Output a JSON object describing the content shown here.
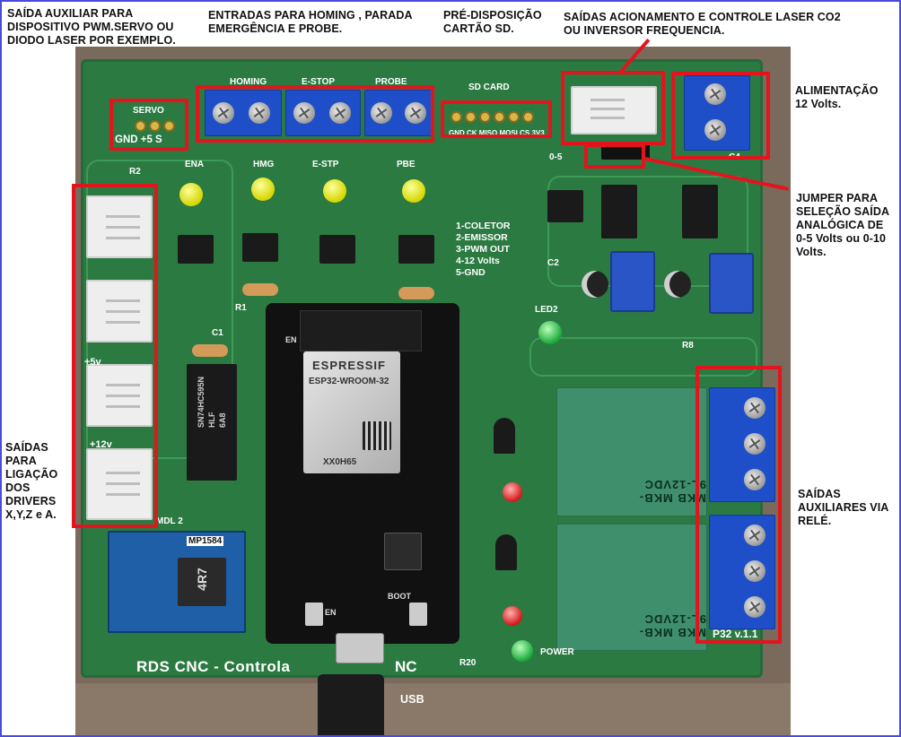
{
  "annotations": {
    "aux_output": "SAÍDA AUXILIAR PARA\nDISPOSITIVO PWM.SERVO OU\nDIODO LASER POR EXEMPLO.",
    "homing_inputs": "ENTRADAS PARA HOMING , PARADA\nEMERGÊNCIA E PROBE.",
    "sd_card": "PRÉ-DISPOSIÇÃO\nCARTÃO SD.",
    "laser_outputs": "SAÍDAS ACIONAMENTO E CONTROLE LASER CO2\nOU INVERSOR FREQUENCIA.",
    "power": "ALIMENTAÇÃO\n12 Volts.",
    "jumper": "JUMPER PARA\nSELEÇÃO SAÍDA\nANALÓGICA DE\n0-5 Volts ou 0-10\nVolts.",
    "driver_outputs": "SAÍDAS\nPARA\nLIGAÇÃO\nDOS\nDRIVERS\nX,Y,Z e A.",
    "relay_outputs": "SAÍDAS\nAUXILIARES VIA\nRELÉ.",
    "usb": "USB"
  },
  "silkscreen": {
    "servo": "SERVO",
    "gnd_5_s": "GND +5  S",
    "homing": "HOMING",
    "e_stop_top": "E-STOP",
    "probe": "PROBE",
    "sd_card": "SD CARD",
    "sd_pins": "GND  CK  MISO  MOSI  CS  3V3",
    "led_ena": "ENA",
    "led_hmg": "HMG",
    "led_estp": "E-STP",
    "led_pbe": "PBE",
    "laser_legend": "1-COLETOR\n2-EMISSOR\n3-PWM OUT\n4-12 Volts\n5-GND",
    "v5": "+5v",
    "v12": "+12v",
    "r2": "R2",
    "r1": "R1",
    "c1": "C1",
    "c2": "C2",
    "led2": "LED2",
    "r8": "R8",
    "r20": "R20",
    "power_silk": "POWER",
    "range": "0-5",
    "c4": "C4",
    "ic_left": "SN74HC595N\nHLF\n6A8",
    "mdl": "MDL 2",
    "mp1584": "MP1584",
    "inductor": "4R7",
    "esp_brand": "ESPRESSIF",
    "esp_model": "ESP32-WROOM-32",
    "esp_code": "XX0H65",
    "esp_en_pin": "EN",
    "esp_boot": "BOOT",
    "esp_en_btn": "EN",
    "relay_text": "MKB  MKB-9L-12VDC",
    "board_version": "P32 v.1.1",
    "board_title": "RDS CNC - Controla",
    "board_title_end": "NC"
  },
  "colors": {
    "highlight": "#e3141d",
    "board_green": "#2b7a42",
    "terminal_blue": "#1e4fc9",
    "frame_blue": "#4a4adf"
  }
}
